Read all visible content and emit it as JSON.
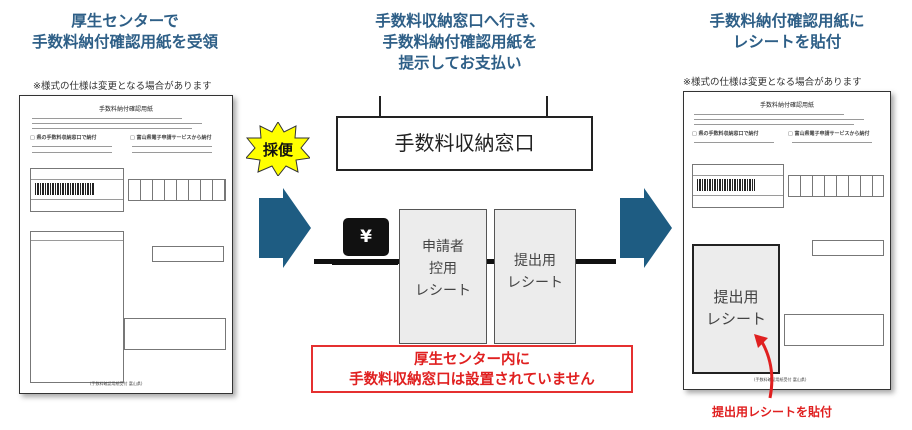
{
  "step1": {
    "heading_lines": [
      "厚生センターで",
      "手数料納付確認用紙を受領"
    ],
    "note": "※様式の仕様は変更となる場合があります"
  },
  "step2": {
    "heading_lines": [
      "手数料収納窓口へ行き、",
      "手数料納付確認用紙を",
      "提示してお支払い"
    ],
    "window_label": "手数料収納窓口",
    "stamp": "採便",
    "yen_icon": "¥",
    "receipt_applicant_lines": [
      "申請者",
      "控用",
      "レシート"
    ],
    "receipt_submit_lines": [
      "提出用",
      "レシート"
    ],
    "warning_lines": [
      "厚生センター内に",
      "手数料収納窓口は設置されていません"
    ]
  },
  "step3": {
    "heading_lines": [
      "手数料納付確認用紙に",
      "レシートを貼付"
    ],
    "note": "※様式の仕様は変更となる場合があります",
    "attached_receipt_lines": [
      "提出用",
      "レシート"
    ],
    "attach_label": "提出用レシートを貼付"
  },
  "form": {
    "title": "手数料納付確認用紙",
    "option_a": "□ 県の手数料収納窓口で納付",
    "option_b": "□ 富山県電子申請サービスから納付",
    "footer": "(手数料確認用紙受付 富山県)"
  },
  "colors": {
    "heading": "#2e5f87",
    "arrow": "#1e5c82",
    "warning": "#e02020",
    "stamp": "#ffff00"
  }
}
